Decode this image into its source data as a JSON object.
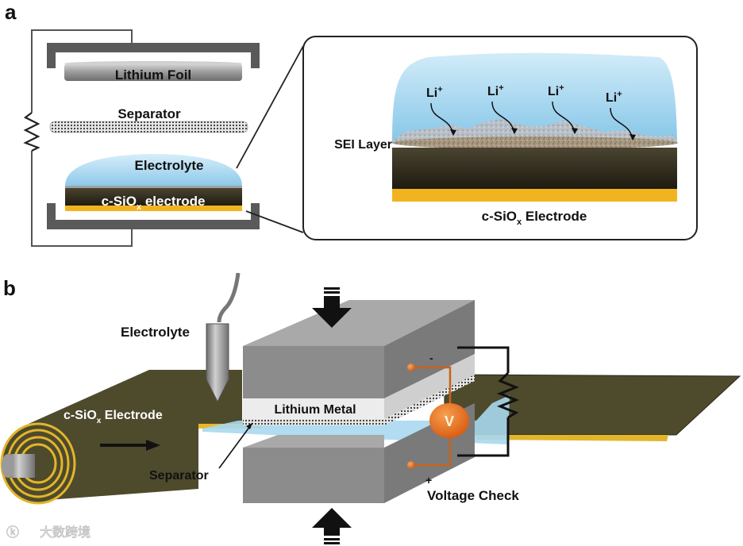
{
  "figure": {
    "panel_a": {
      "letter": "a",
      "labels": {
        "lithium_foil": "Lithium Foil",
        "separator": "Separator",
        "electrolyte": "Electrolyte",
        "electrode_prefix": "c-SiO",
        "electrode_sub": "x",
        "electrode_suffix": " electrode"
      },
      "inset": {
        "sei_layer": "SEI Layer",
        "ion": "Li",
        "ion_charge": "+",
        "ion_count": 4,
        "electrode_prefix": "c-SiO",
        "electrode_sub": "x",
        "electrode_suffix": " Electrode"
      }
    },
    "panel_b": {
      "letter": "b",
      "labels": {
        "electrolyte": "Electrolyte",
        "electrode_prefix": "c-SiO",
        "electrode_sub": "x",
        "electrode_suffix": " Electrode",
        "lithium_metal": "Lithium Metal",
        "separator": "Separator",
        "voltage_check": "Voltage Check",
        "voltmeter": "V",
        "minus": "-",
        "plus": "+"
      }
    },
    "watermark": "大数跨境",
    "colors": {
      "casing": "#5a5a5a",
      "electrolyte": "#a9d8f0",
      "electrode_dark": "#2e2a1a",
      "current_collector": "#f2b41e",
      "sei": "#a89880",
      "block_gray": "#8c8c8c",
      "tape_olive": "#4e4a2c",
      "voltmeter": "#e8731e"
    }
  }
}
